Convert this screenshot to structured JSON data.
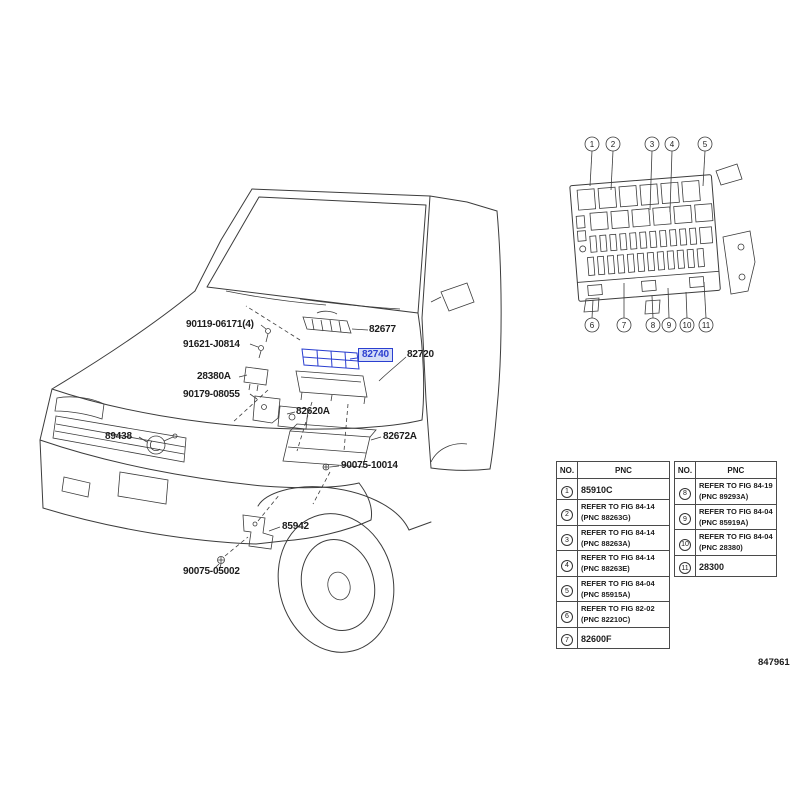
{
  "colors": {
    "highlight": "#2b3fd0",
    "highlight_bg": "#d4ddf7"
  },
  "doc": {
    "number": "847961"
  },
  "part_labels": {
    "p90119": "90119-06171(4)",
    "p82677": "82677",
    "p91621": "91621-J0814",
    "p82740": "82740",
    "p82720": "82720",
    "p28380a": "28380A",
    "p90179": "90179-08055",
    "p82620a": "82620A",
    "p89438": "89438",
    "p82672a": "82672A",
    "p90075a": "90075-10014",
    "p85942": "85942",
    "p90075b": "90075-05002"
  },
  "callouts": {
    "c1": "1",
    "c2": "2",
    "c3": "3",
    "c4": "4",
    "c5": "5",
    "c6": "6",
    "c7": "7",
    "c8": "8",
    "c9": "9",
    "c10": "10",
    "c11": "11"
  },
  "tables": {
    "left": {
      "headers": {
        "no": "NO.",
        "pnc": "PNC"
      },
      "rows": [
        {
          "no": "1",
          "line1": "85910C"
        },
        {
          "no": "2",
          "line1": "REFER TO FIG 84-14",
          "line2": "(PNC 88263G)"
        },
        {
          "no": "3",
          "line1": "REFER TO FIG 84-14",
          "line2": "(PNC 88263A)"
        },
        {
          "no": "4",
          "line1": "REFER TO FIG 84-14",
          "line2": "(PNC 88263E)"
        },
        {
          "no": "5",
          "line1": "REFER TO FIG 84-04",
          "line2": "(PNC 85915A)"
        },
        {
          "no": "6",
          "line1": "REFER TO FIG 82-02",
          "line2": "(PNC 82210C)"
        },
        {
          "no": "7",
          "line1": "82600F"
        }
      ]
    },
    "right": {
      "headers": {
        "no": "NO.",
        "pnc": "PNC"
      },
      "rows": [
        {
          "no": "8",
          "line1": "REFER TO FIG 84-19",
          "line2": "(PNC 89293A)"
        },
        {
          "no": "9",
          "line1": "REFER TO FIG 84-04",
          "line2": "(PNC 85919A)"
        },
        {
          "no": "10",
          "line1": "REFER TO FIG 84-04",
          "line2": "(PNC 28380)"
        },
        {
          "no": "11",
          "line1": "28300"
        }
      ]
    }
  }
}
